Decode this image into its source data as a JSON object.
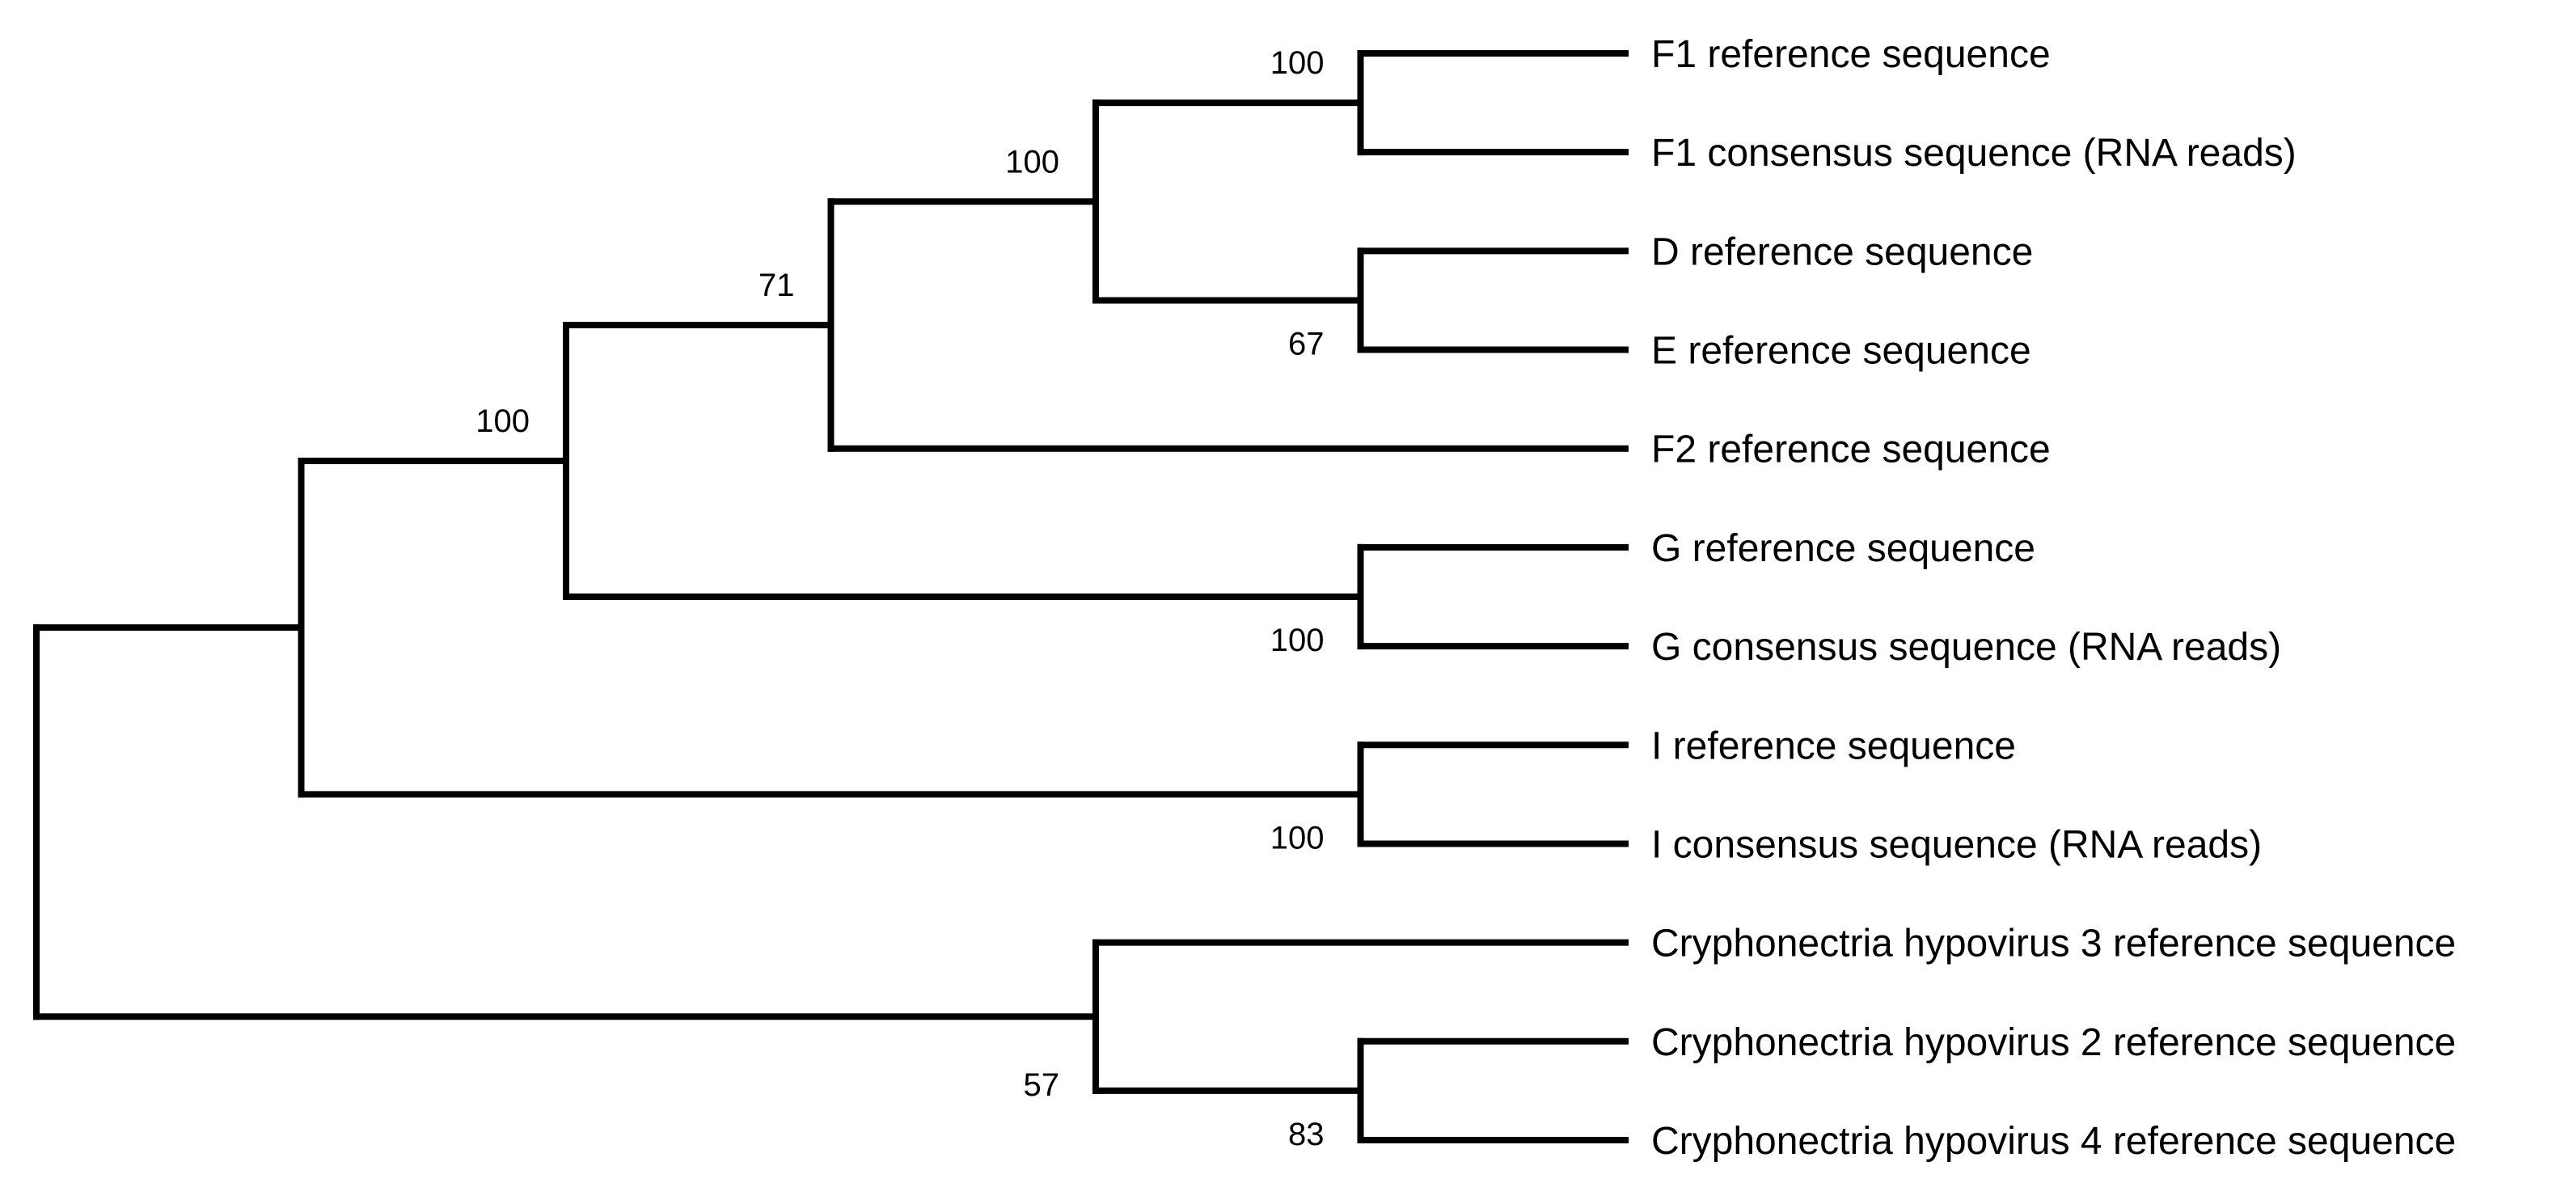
{
  "figure": {
    "kind": "phylogenetic-tree-cladogram",
    "background_color": "#ffffff",
    "line_color": "#000000",
    "text_color": "#000000"
  },
  "taxa_in_order": [
    "F1 reference sequence",
    "F1 consensus sequence (RNA reads)",
    "D reference sequence",
    "E reference sequence",
    "F2 reference sequence",
    "G reference sequence",
    "G consensus sequence (RNA reads)",
    "I reference sequence",
    "I consensus sequence (RNA reads)",
    "Cryphonectria hypovirus 3 reference sequence",
    "Cryphonectria hypovirus 2 reference sequence",
    "Cryphonectria hypovirus 4 reference sequence"
  ],
  "bootstrap_values_shown": [
    "100",
    "100",
    "71",
    "67",
    "100",
    "100",
    "100",
    "57",
    "83"
  ],
  "tree": {
    "support": null,
    "children": [
      {
        "support": null,
        "children": [
          {
            "support": "100",
            "support_pos": "above",
            "children": [
              {
                "support": "71",
                "support_pos": "above",
                "children": [
                  {
                    "support": "100",
                    "support_pos": "above",
                    "children": [
                      {
                        "support": "100",
                        "support_pos": "above",
                        "children": [
                          {
                            "name": "F1 reference sequence"
                          },
                          {
                            "name": "F1 consensus sequence (RNA reads)"
                          }
                        ]
                      },
                      {
                        "support": "67",
                        "support_pos": "below",
                        "children": [
                          {
                            "name": "D reference sequence"
                          },
                          {
                            "name": "E reference sequence"
                          }
                        ]
                      }
                    ]
                  },
                  {
                    "name": "F2 reference sequence"
                  }
                ]
              },
              {
                "support": "100",
                "support_pos": "below",
                "children": [
                  {
                    "name": "G reference sequence"
                  },
                  {
                    "name": "G consensus sequence (RNA reads)"
                  }
                ]
              }
            ]
          },
          {
            "support": "100",
            "support_pos": "below",
            "children": [
              {
                "name": "I reference sequence"
              },
              {
                "name": "I consensus sequence (RNA reads)"
              }
            ]
          }
        ]
      },
      {
        "support": "57",
        "support_pos": "below",
        "children": [
          {
            "name": "Cryphonectria hypovirus 3 reference sequence"
          },
          {
            "support": "83",
            "support_pos": "below",
            "children": [
              {
                "name": "Cryphonectria hypovirus 2 reference sequence"
              },
              {
                "name": "Cryphonectria hypovirus 4 reference sequence"
              }
            ]
          }
        ]
      }
    ]
  }
}
